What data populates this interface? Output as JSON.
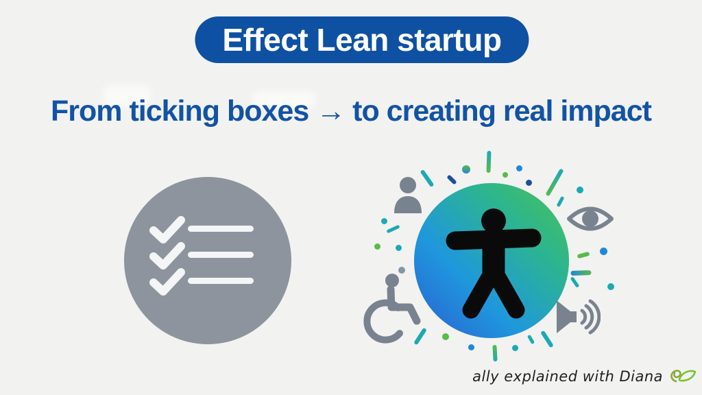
{
  "slide": {
    "background": "#f2f2f1",
    "badge": {
      "label": "Effect Lean startup",
      "bg_color": "#0e51a3",
      "text_color": "#ffffff"
    },
    "headline": {
      "text": "From ticking boxes → to creating real impact",
      "color": "#1253a5"
    },
    "left_figure": {
      "icon": "checklist-icon",
      "circle_color": "#8d949d",
      "mark_color": "#f4f5f6",
      "checklist_rows": 3
    },
    "right_figure": {
      "center_icon": "accessibility-person-icon",
      "person_color": "#0a0a0a",
      "gradient_colors": [
        "#4ec156",
        "#2cb58f",
        "#1f97dd",
        "#2a5ecf"
      ],
      "satellite_icons": [
        "user-icon",
        "eye-icon",
        "wheelchair-icon",
        "speaker-icon"
      ],
      "satellite_color": "#79838f",
      "accent_colors": {
        "teal": "#1ca9b5",
        "green": "#58bb4a",
        "blue": "#2088d8",
        "navy": "#1c4f9e"
      }
    },
    "footer": {
      "signature": "ally explained with Diana",
      "logo": "leaf-logo",
      "logo_colors": [
        "#8aa83a",
        "#78c42f"
      ]
    }
  }
}
